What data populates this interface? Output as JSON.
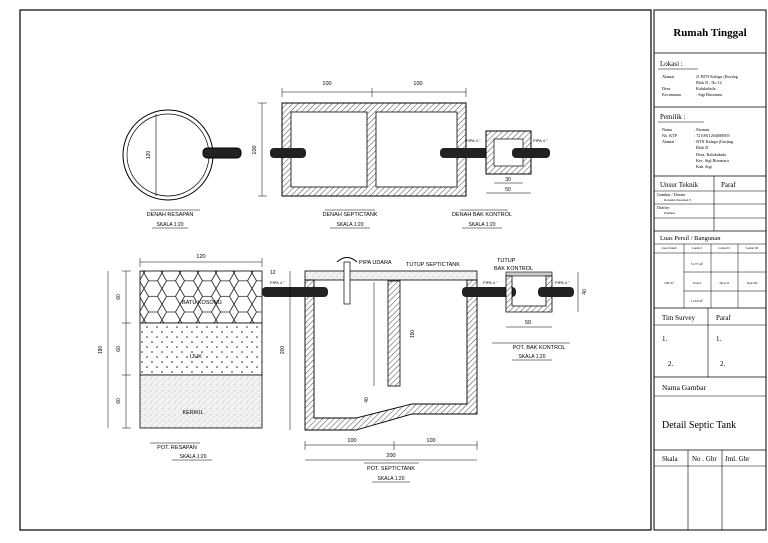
{
  "drawings": {
    "resapan_plan": {
      "title": "DENAH RESAPAN",
      "scale": "SKALA 1:20",
      "dim_dia": "120"
    },
    "septic_plan": {
      "title": "DENAH SEPTICTANK",
      "scale": "SKALA 1:20",
      "dim_w1": "100",
      "dim_w2": "100",
      "dim_h": "100"
    },
    "bak_plan": {
      "title": "DENAH BAK KONTROL",
      "scale": "SKALA 1:20",
      "dim_inner": "30",
      "dim_outer": "50"
    },
    "pipe_label": "PIPA 4 \"",
    "resapan_section": {
      "title": "POT. RESAPAN",
      "scale": "SKALA 1:20",
      "dim_w": "120",
      "dim_total": "180",
      "dim_a": "60",
      "dim_b": "60",
      "dim_c": "60",
      "layer1": "BATU KOSONG",
      "layer2": "IJUK",
      "layer3": "KERIKIL"
    },
    "septic_section": {
      "title": "POT. SEPTICTANK",
      "scale": "SKALA 1:20",
      "pipa_udara": "PIPA UDARA",
      "tutup": "TUTUP SEPTICTANK",
      "dim_top": "12",
      "dim_h": "200",
      "dim_baffle": "150",
      "dim_bottom": "40",
      "dim_w1": "100",
      "dim_w2": "100",
      "dim_total": "200"
    },
    "bak_section": {
      "title": "POT. BAK KONTROL",
      "scale": "SKALA 1:20",
      "tutup_line1": "TUTUP",
      "tutup_line2": "BAK KONTROL",
      "dim_w": "50",
      "dim_h": "40"
    }
  },
  "title_block": {
    "project": "Rumah Tinggal",
    "lokasi": {
      "heading": "Lokasi :",
      "rows": [
        {
          "label": "Alamat",
          "value": "Jl. BTN Kalagu (Ilus)ing"
        },
        {
          "label": "",
          "value": "Blok D , No 12"
        },
        {
          "label": "Desa",
          "value": "Kalukubula"
        },
        {
          "label": "Kecamatan",
          "value": ": Sigi Biromaru"
        }
      ]
    },
    "pemilik": {
      "heading": "Pemilik :",
      "rows": [
        {
          "label": "Nama",
          "value": ": Farman"
        },
        {
          "label": "No. KTP",
          "value": ": 7210011204680005"
        },
        {
          "label": "Alamat",
          "value": ": BTN Kalagu (Ilus)ing"
        },
        {
          "label": "",
          "value": "Blok D"
        },
        {
          "label": "",
          "value": "Desa. Kalukubula"
        },
        {
          "label": "",
          "value": "Kec. Sigi Biromaru"
        },
        {
          "label": "",
          "value": "Kab. Sigi"
        }
      ]
    },
    "unsur_teknik": {
      "heading": "Unsur Teknik",
      "paraf": "Paraf",
      "gambar_label": "Gambar / Desain",
      "gambar_value": "Konsultn Desainan Y",
      "drafter_label": "Drafter",
      "drafter_value": "Pramusa"
    },
    "luas": {
      "heading": "Luas Persil / Bangunan",
      "cols": [
        "Luas Tanah",
        "Lantai I",
        "Lantai II",
        "Lantai III"
      ],
      "land_area": "106 m²",
      "cells": [
        "51,7/5 m²",
        "Teras I",
        "Teras II",
        "Teras III",
        "11,6/9 m²"
      ]
    },
    "survey": {
      "heading": "Tim Survey",
      "paraf": "Paraf",
      "n1": "1.",
      "n2": "2.",
      "p1": "1.",
      "p2": "2."
    },
    "nama_gambar": {
      "heading": "Nama Gambar",
      "value": "Detail Septic Tank"
    },
    "footer": {
      "skala": "Skala",
      "no_gbr": "No . Gbr",
      "jml_gbr": "Jml. Gbr"
    }
  }
}
